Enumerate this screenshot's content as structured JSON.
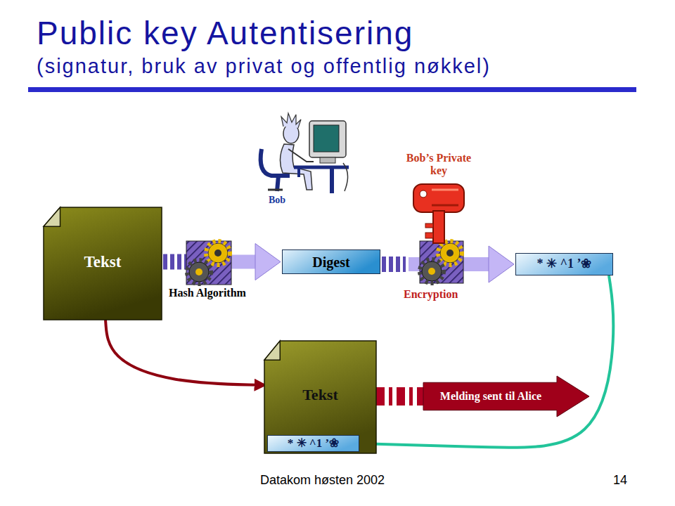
{
  "diagram": {
    "title": "Public key Autentisering",
    "nodes": [
      {
        "text": [
          "Tekst"
        ]
      },
      {
        "text": [
          "Digest"
        ]
      },
      {
        "text": [
          "* ✳ ^1 ’❀"
        ]
      },
      {
        "text": [
          "Tekst"
        ]
      },
      {
        "text": [
          "* ✳ ^1 ’❀"
        ],
        "in": 3
      },
      {
        "text": [
          "Melding sent til Alice"
        ]
      }
    ],
    "edges": [
      {
        "from": 0,
        "to": 1,
        "arrow": "to"
      },
      {
        "from": 1,
        "to": 2,
        "arrow": "to"
      },
      {
        "from": 0,
        "to": 3,
        "arrow": "to"
      },
      {
        "from": 2,
        "to": 4,
        "arrow": "to"
      },
      {
        "from": 3,
        "to": 5,
        "arrow": "none"
      }
    ],
    "labels": [
      "(signatur, bruk av privat og offentlig nøkkel)",
      "Bob",
      "Bob’s Private key",
      "Hash Algorithm",
      "Encryption",
      "Datakom høsten 2002",
      "14"
    ]
  }
}
